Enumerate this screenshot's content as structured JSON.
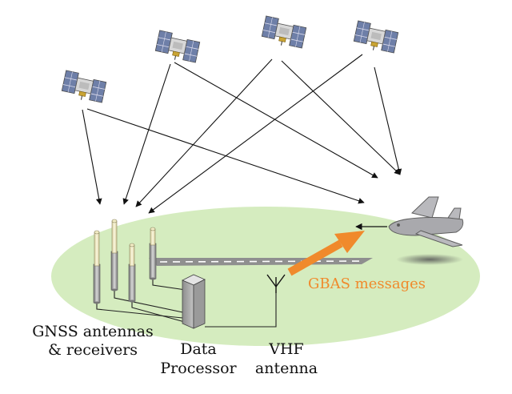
{
  "labels": {
    "gnss_line1": "GNSS antennas",
    "gnss_line2": "& receivers",
    "processor_line1": "Data",
    "processor_line2": "Processor",
    "vhf_line1": "VHF",
    "vhf_line2": "antenna",
    "gbas_messages": "GBAS messages"
  },
  "colors": {
    "ground": "#d5ecbf",
    "runway": "#8f8f8f",
    "arrow_orange": "#f08a2c",
    "gbas_text": "#f08a2c",
    "antenna_cream": "#f2ecc4",
    "aircraft": "#a9a9ad",
    "satellite_panel": "#6e7fa8"
  },
  "icons": {
    "satellite": "satellite-icon",
    "aircraft": "aircraft-icon",
    "vhf_antenna": "vhf-antenna-icon",
    "data_processor": "server-box-icon"
  }
}
